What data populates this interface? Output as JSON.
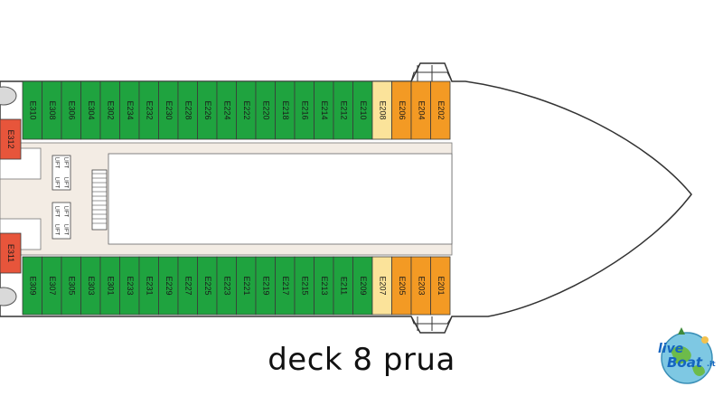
{
  "title": "deck 8 prua",
  "colors": {
    "green": "#1fa33f",
    "orange": "#f39a24",
    "yellow": "#fbe39a",
    "red": "#e7553b",
    "corridor": "#f3ece4",
    "outline": "#3a3a3a"
  },
  "top_row": [
    {
      "id": "E310",
      "color": "green"
    },
    {
      "id": "E308",
      "color": "green"
    },
    {
      "id": "E306",
      "color": "green"
    },
    {
      "id": "E304",
      "color": "green"
    },
    {
      "id": "E302",
      "color": "green"
    },
    {
      "id": "E234",
      "color": "green"
    },
    {
      "id": "E232",
      "color": "green"
    },
    {
      "id": "E230",
      "color": "green"
    },
    {
      "id": "E228",
      "color": "green"
    },
    {
      "id": "E226",
      "color": "green"
    },
    {
      "id": "E224",
      "color": "green"
    },
    {
      "id": "E222",
      "color": "green"
    },
    {
      "id": "E220",
      "color": "green"
    },
    {
      "id": "E218",
      "color": "green"
    },
    {
      "id": "E216",
      "color": "green"
    },
    {
      "id": "E214",
      "color": "green"
    },
    {
      "id": "E212",
      "color": "green"
    },
    {
      "id": "E210",
      "color": "green"
    },
    {
      "id": "E208",
      "color": "yellow"
    },
    {
      "id": "E206",
      "color": "orange"
    },
    {
      "id": "E204",
      "color": "orange"
    },
    {
      "id": "E202",
      "color": "orange"
    }
  ],
  "bottom_row": [
    {
      "id": "E309",
      "color": "green"
    },
    {
      "id": "E307",
      "color": "green"
    },
    {
      "id": "E305",
      "color": "green"
    },
    {
      "id": "E303",
      "color": "green"
    },
    {
      "id": "E301",
      "color": "green"
    },
    {
      "id": "E233",
      "color": "green"
    },
    {
      "id": "E231",
      "color": "green"
    },
    {
      "id": "E229",
      "color": "green"
    },
    {
      "id": "E227",
      "color": "green"
    },
    {
      "id": "E225",
      "color": "green"
    },
    {
      "id": "E223",
      "color": "green"
    },
    {
      "id": "E221",
      "color": "green"
    },
    {
      "id": "E219",
      "color": "green"
    },
    {
      "id": "E217",
      "color": "green"
    },
    {
      "id": "E215",
      "color": "green"
    },
    {
      "id": "E213",
      "color": "green"
    },
    {
      "id": "E211",
      "color": "green"
    },
    {
      "id": "E209",
      "color": "green"
    },
    {
      "id": "E207",
      "color": "yellow"
    },
    {
      "id": "E205",
      "color": "orange"
    },
    {
      "id": "E203",
      "color": "orange"
    },
    {
      "id": "E201",
      "color": "orange"
    }
  ],
  "side_cabins": [
    {
      "id": "E312",
      "color": "red",
      "row": "top"
    },
    {
      "id": "E311",
      "color": "red",
      "row": "bottom"
    }
  ],
  "lift_label": "LIFT",
  "logo": {
    "word1": "live",
    "word2": "Boat",
    "suffix": ".it"
  }
}
